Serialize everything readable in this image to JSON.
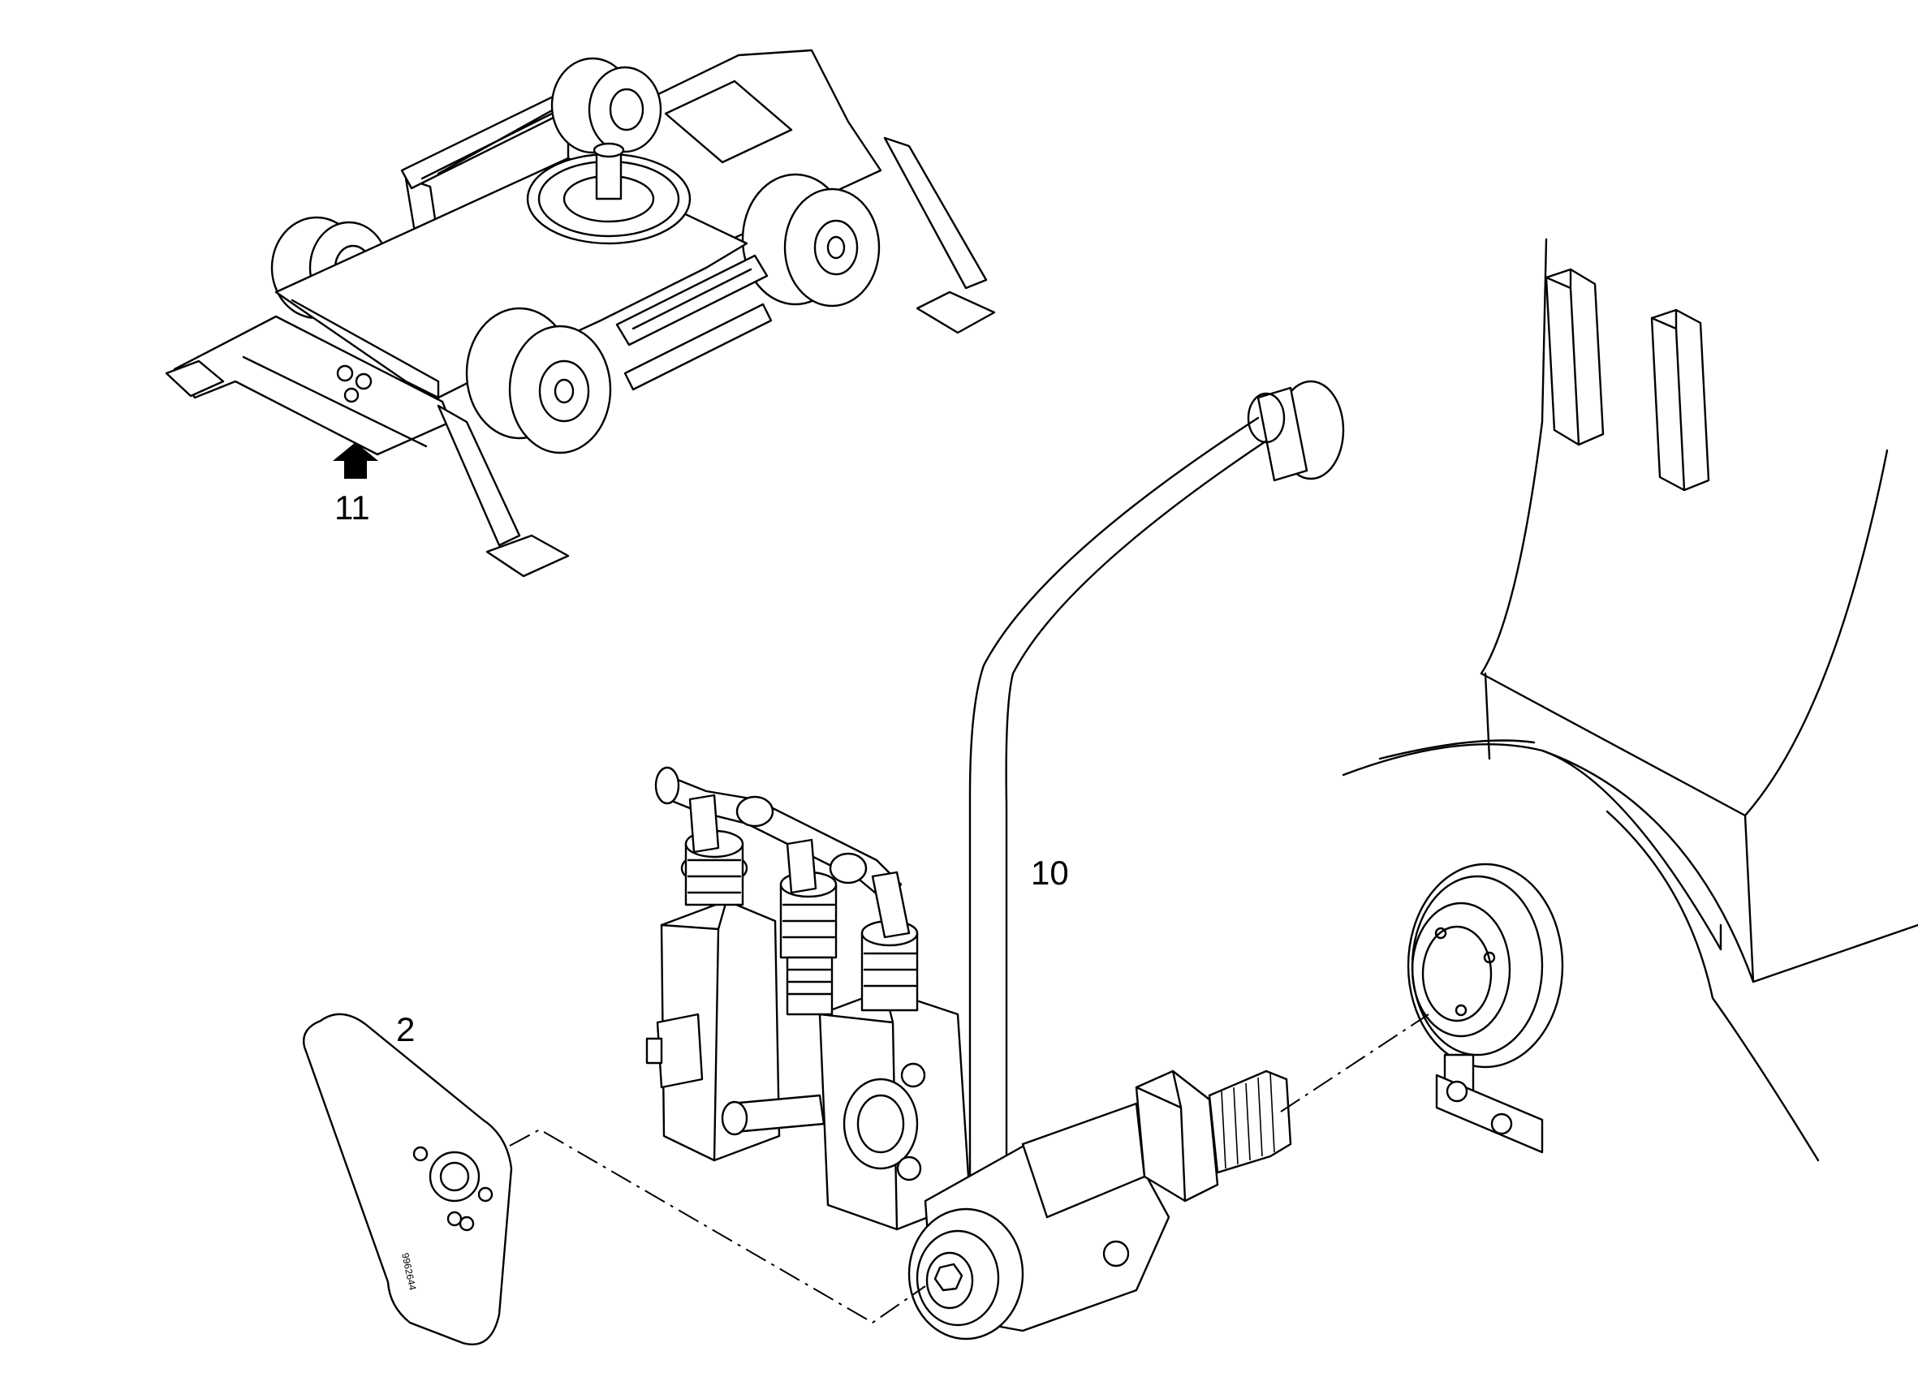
{
  "callouts": {
    "arrow_view": "11",
    "tube": "10",
    "plate": "2"
  },
  "plate_marking": "9962644",
  "colors": {
    "line": "#000000",
    "background": "#ffffff",
    "arrow_fill": "#000000"
  }
}
